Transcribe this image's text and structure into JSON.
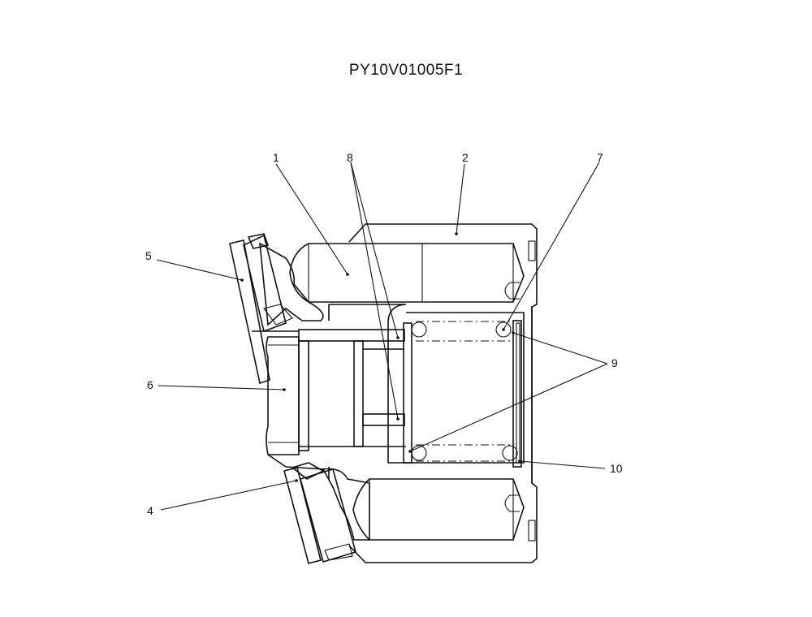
{
  "title": "PY10V01005F1",
  "callouts": [
    {
      "id": "c1",
      "label": "1"
    },
    {
      "id": "c2",
      "label": "2"
    },
    {
      "id": "c4",
      "label": "4"
    },
    {
      "id": "c5",
      "label": "5"
    },
    {
      "id": "c6",
      "label": "6"
    },
    {
      "id": "c7",
      "label": "7"
    },
    {
      "id": "c8",
      "label": "8"
    },
    {
      "id": "c9",
      "label": "9"
    },
    {
      "id": "c10",
      "label": "10"
    }
  ]
}
